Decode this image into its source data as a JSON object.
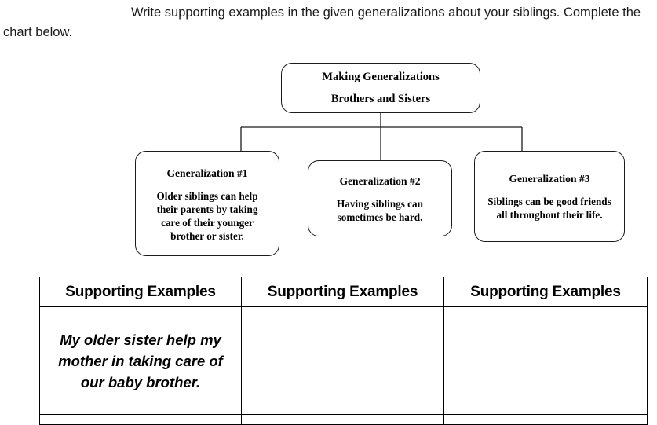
{
  "worksheet": {
    "instructions": {
      "line1": "Write supporting examples in the given generalizations about your siblings.",
      "line2": "Complete the chart below."
    },
    "flowchart": {
      "root": {
        "line1": "Making Generalizations",
        "line2": "Brothers and Sisters"
      },
      "branches": [
        {
          "title": "Generalization #1",
          "body": "Older siblings can help their parents by taking care of their younger brother or sister."
        },
        {
          "title": "Generalization #2",
          "body": "Having siblings can sometimes be hard."
        },
        {
          "title": "Generalization #3",
          "body": "Siblings can be good friends all throughout their life."
        }
      ]
    },
    "table": {
      "headers": [
        "Supporting Examples",
        "Supporting Examples",
        "Supporting Examples"
      ],
      "rows": [
        [
          "My older sister help my mother in taking care of our baby brother.",
          "",
          ""
        ],
        [
          "",
          "",
          ""
        ]
      ]
    },
    "colors": {
      "ink": "#000000",
      "line": "#1b1b1b",
      "paper": "#ffffff"
    }
  }
}
